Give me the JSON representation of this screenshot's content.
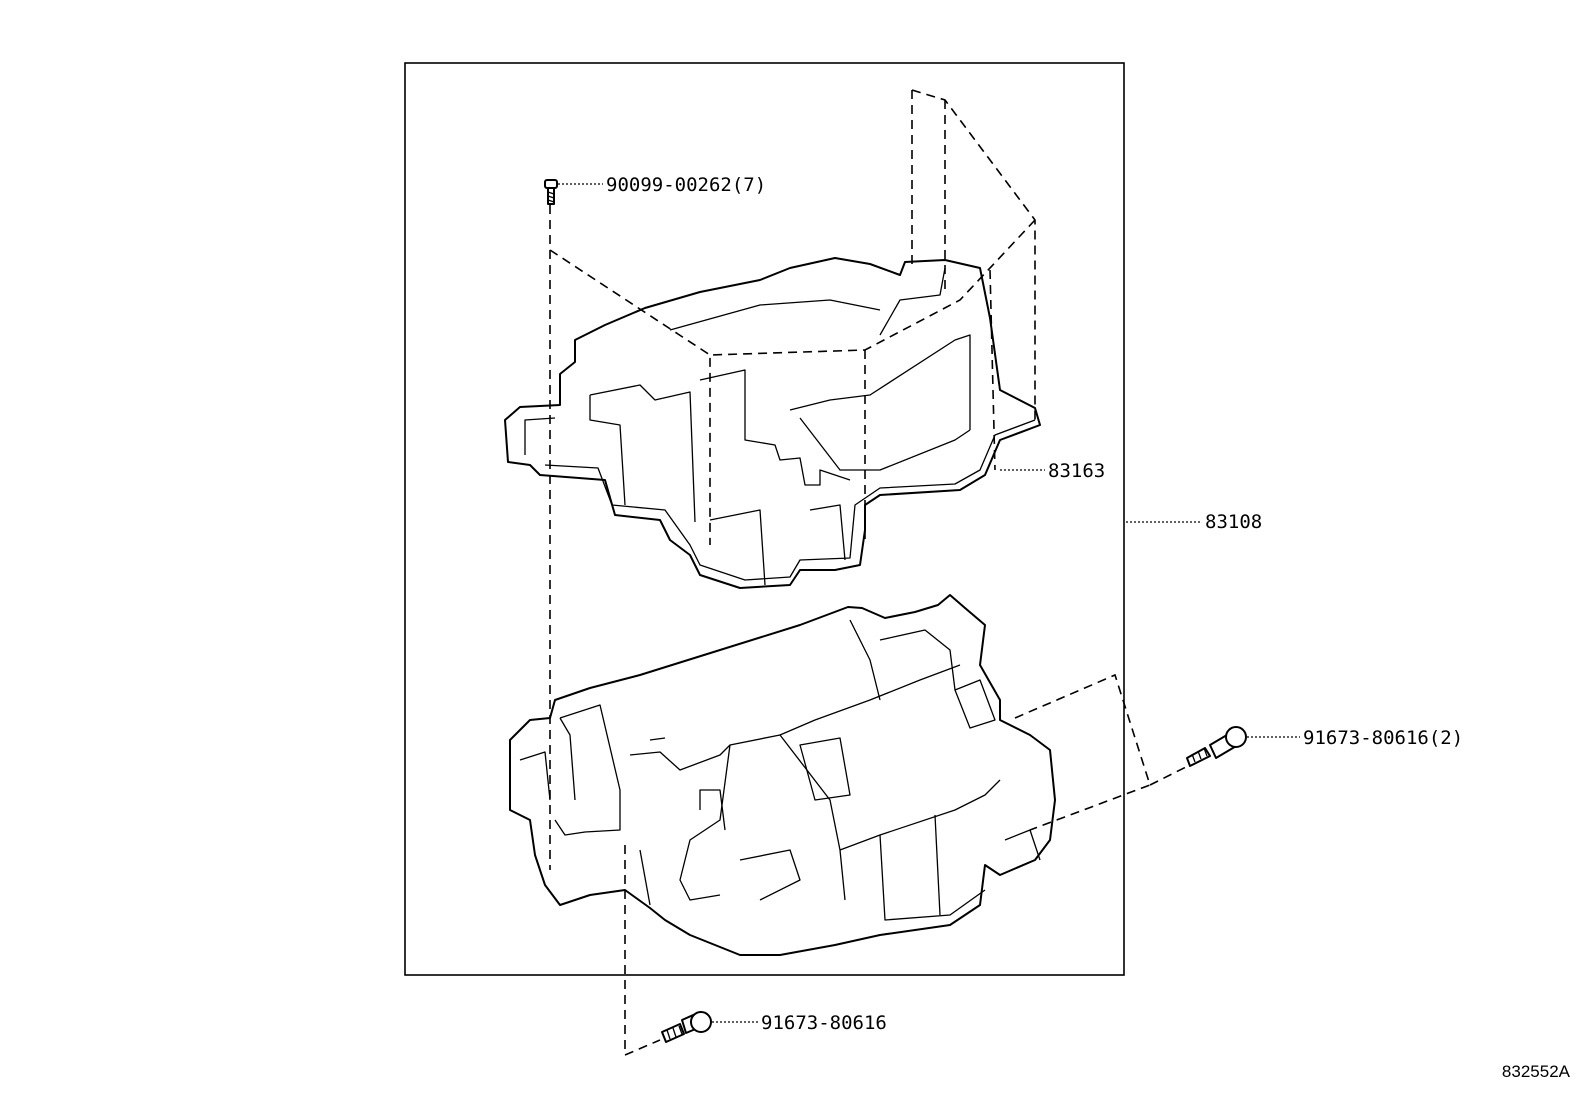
{
  "diagram": {
    "assembly_label": "83108",
    "figure_code": "832552A",
    "parts": {
      "upper_cover": {
        "label": "83163",
        "icon": "upper-cover-housing"
      },
      "lower_case": {
        "icon": "lower-case-housing"
      },
      "top_screw": {
        "label": "90099-00262(7)",
        "icon": "small-screw-icon"
      },
      "right_screw": {
        "label": "91673-80616(2)",
        "icon": "tapping-screw-icon"
      },
      "bottom_screw": {
        "label": "91673-80616",
        "icon": "tapping-screw-icon"
      }
    }
  }
}
